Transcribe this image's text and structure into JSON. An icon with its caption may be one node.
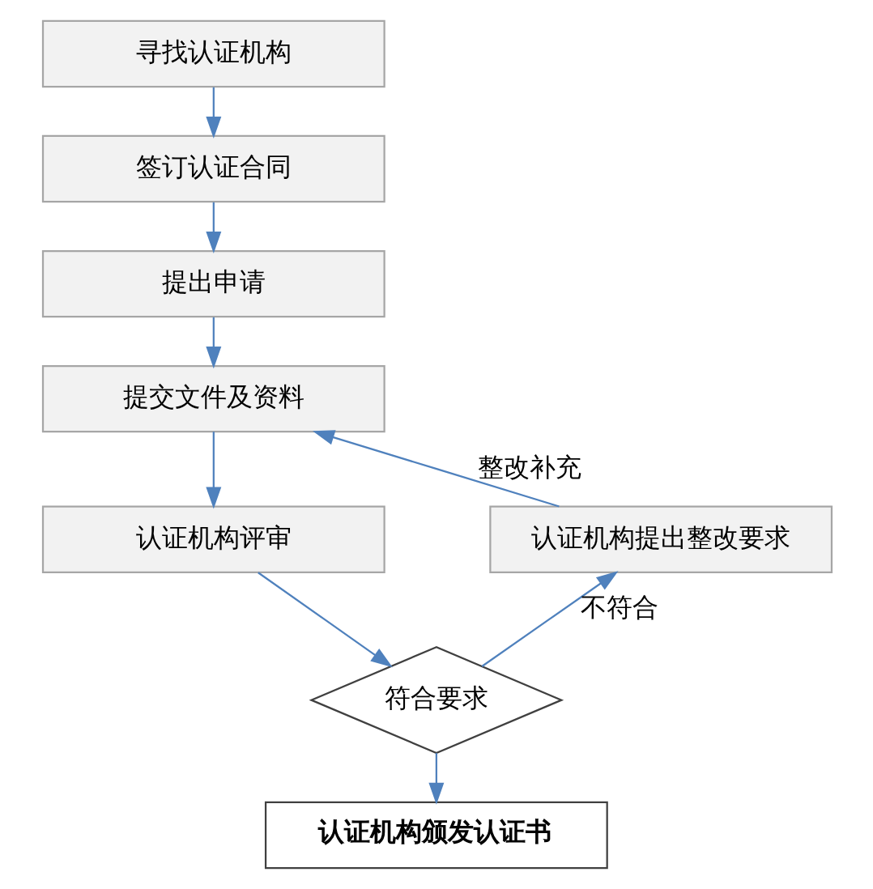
{
  "diagram": {
    "nodes": [
      {
        "text": [
          "寻找认证机构"
        ]
      },
      {
        "text": [
          "签订认证合同"
        ]
      },
      {
        "text": [
          "提出申请"
        ]
      },
      {
        "text": [
          "提交文件及资料"
        ]
      },
      {
        "text": [
          "认证机构评审"
        ]
      },
      {
        "text": [
          "符合要求"
        ]
      },
      {
        "text": [
          "认证机构颁发认证书"
        ]
      },
      {
        "text": [
          "认证机构提出整改要求"
        ]
      }
    ],
    "edges": [
      {
        "from": 0,
        "to": 1,
        "arrow": "to"
      },
      {
        "from": 1,
        "to": 2,
        "arrow": "to"
      },
      {
        "from": 2,
        "to": 3,
        "arrow": "to"
      },
      {
        "from": 3,
        "to": 4,
        "arrow": "to"
      },
      {
        "from": 4,
        "to": 5,
        "arrow": "to"
      },
      {
        "from": 5,
        "to": 6,
        "arrow": "to"
      },
      {
        "from": 5,
        "to": 7,
        "arrow": "to",
        "label": "不符合"
      },
      {
        "from": 7,
        "to": 3,
        "arrow": "to",
        "label": "整改补充"
      }
    ]
  }
}
